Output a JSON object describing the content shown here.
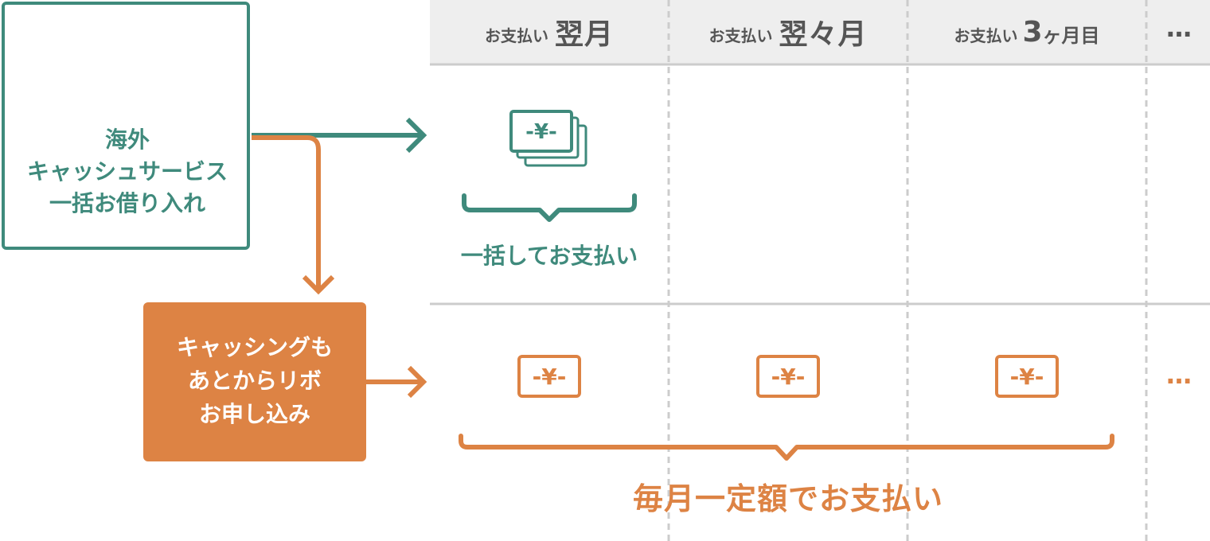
{
  "colors": {
    "green": "#3f8a7c",
    "orange": "#dd8344",
    "header_bg": "#eeeeee",
    "header_text": "#555555",
    "grid_line": "#cccccc"
  },
  "source_box": {
    "icon": "yen-bills-stack-icon",
    "lines": [
      "海外",
      "キャッシュサービス",
      "一括お借り入れ"
    ]
  },
  "option_box": {
    "lines": [
      "キャッシングも",
      "あとからリボ",
      "お申し込み"
    ]
  },
  "columns": [
    {
      "prefix": "お支払い",
      "label": "翌月"
    },
    {
      "prefix": "お支払い",
      "label": "翌々月"
    },
    {
      "prefix": "お支払い",
      "number": "3",
      "label": "ヶ月目"
    },
    {
      "label": "…"
    }
  ],
  "lump_sum": {
    "icon": "yen-bills-stack-icon",
    "label": "一括してお支払い"
  },
  "monthly": {
    "icon": "yen-bill-icon",
    "label": "毎月一定額でお支払い",
    "continuation": "…"
  }
}
